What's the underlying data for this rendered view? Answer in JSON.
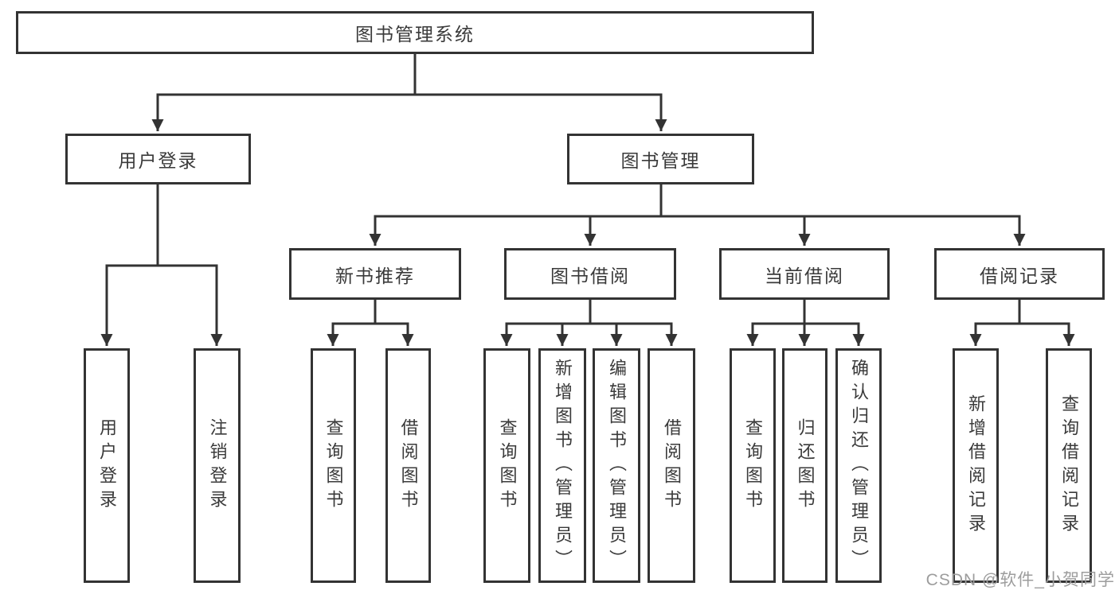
{
  "diagram_title": "图书管理系统",
  "tree": {
    "root": {
      "label": "图书管理系统",
      "children": [
        {
          "label": "用户登录",
          "children": [
            {
              "label": "用户登录"
            },
            {
              "label": "注销登录"
            }
          ]
        },
        {
          "label": "图书管理",
          "children": [
            {
              "label": "新书推荐",
              "children": [
                {
                  "label": "查询图书"
                },
                {
                  "label": "借阅图书"
                }
              ]
            },
            {
              "label": "图书借阅",
              "children": [
                {
                  "label": "查询图书"
                },
                {
                  "label": "新增图书（管理员）"
                },
                {
                  "label": "编辑图书（管理员）"
                },
                {
                  "label": "借阅图书"
                }
              ]
            },
            {
              "label": "当前借阅",
              "children": [
                {
                  "label": "查询图书"
                },
                {
                  "label": "归还图书"
                },
                {
                  "label": "确认归还（管理员）"
                }
              ]
            },
            {
              "label": "借阅记录",
              "children": [
                {
                  "label": "新增借阅记录"
                },
                {
                  "label": "查询借阅记录"
                }
              ]
            }
          ]
        }
      ]
    }
  },
  "watermark": {
    "text": "CSDN @软件_小贺同学",
    "color": "#9d9d9d"
  },
  "style": {
    "line_color": "#333333",
    "text_color": "#3a3a3a",
    "background": "#ffffff"
  }
}
